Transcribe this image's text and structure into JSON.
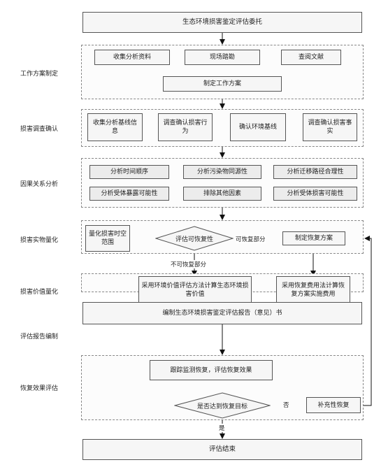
{
  "top": "生态环境损害鉴定评估委托",
  "stages": [
    {
      "label": "工作方案制定",
      "boxes": [
        "收集分析资料",
        "现场踏勘",
        "查阅文献",
        "制定工作方案"
      ]
    },
    {
      "label": "损害调查确认",
      "boxes": [
        "收集分析基线信息",
        "调查确认损害行为",
        "确认环境基线",
        "调查确认损害事实"
      ]
    },
    {
      "label": "因果关系分析",
      "boxes": [
        "分析时间顺序",
        "分析污染物同源性",
        "分析迁移路径合理性",
        "分析受体暴露可能性",
        "排除其他因素",
        "分析受体损害可能性"
      ]
    },
    {
      "label": "损害实物量化",
      "boxes": [
        "量化损害时空范围",
        "评估可恢复性",
        "制定恢复方案"
      ]
    },
    {
      "label": "损害价值量化",
      "boxes": [
        "采用环境价值评估方法计算生态环境损害价值",
        "采用恢复费用法计算恢复方案实施费用"
      ]
    },
    {
      "label": "评估报告编制",
      "boxes": [
        "编制生态环境损害鉴定评估报告（意见）书"
      ]
    },
    {
      "label": "恢复效果评估",
      "boxes": [
        "跟踪监测恢复，评估恢复效果",
        "是否达到恢复目标",
        "补充性恢复"
      ]
    }
  ],
  "edge_labels": {
    "recoverable": "可恢复部分",
    "not_recoverable": "不可恢复部分",
    "no": "否",
    "yes": "是"
  },
  "end": "评估结束"
}
